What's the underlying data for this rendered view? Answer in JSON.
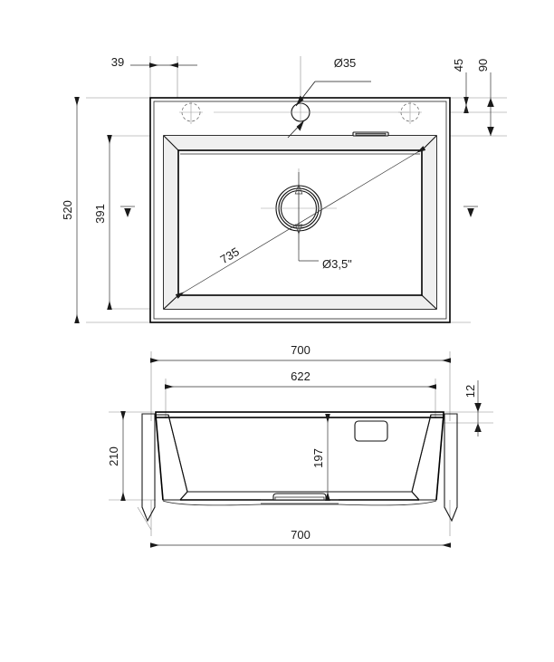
{
  "document": {
    "type": "technical-drawing",
    "subject": "Kitchen sink — single bowl, top view and cross-section",
    "units": "mm",
    "background_color": "#ffffff",
    "line_color": "#000000",
    "dimension_text_color": "#1a1a1a"
  },
  "views": {
    "top": {
      "name": "top-view",
      "label": "",
      "dimensions": {
        "edge_to_hole_left": "39",
        "tap_hole_diameter": "Ø35",
        "back_edge_to_hole_center": "45",
        "back_edge_to_bowl": "90",
        "overall_depth": "520",
        "bowl_inner_depth": "391",
        "bowl_diagonal": "735",
        "drain_diameter": "Ø3,5\""
      }
    },
    "section": {
      "name": "section-view",
      "label": "",
      "dimensions": {
        "overall_width_top": "700",
        "bowl_inner_width": "622",
        "rim_thickness": "12",
        "overall_height": "210",
        "bowl_inner_depth": "197",
        "overall_width_bottom": "700"
      }
    }
  },
  "annotations": [
    {
      "id": "dim-39",
      "text": "39",
      "view": "top",
      "kind": "linear-horizontal"
    },
    {
      "id": "dim-d35",
      "text": "Ø35",
      "view": "top",
      "kind": "diameter-leader"
    },
    {
      "id": "dim-45",
      "text": "45",
      "view": "top",
      "kind": "linear-vertical"
    },
    {
      "id": "dim-90",
      "text": "90",
      "view": "top",
      "kind": "linear-vertical"
    },
    {
      "id": "dim-520",
      "text": "520",
      "view": "top",
      "kind": "linear-vertical"
    },
    {
      "id": "dim-391",
      "text": "391",
      "view": "top",
      "kind": "linear-vertical"
    },
    {
      "id": "dim-735",
      "text": "735",
      "view": "top",
      "kind": "diagonal"
    },
    {
      "id": "dim-d35in",
      "text": "Ø3,5\"",
      "view": "top",
      "kind": "diameter-leader"
    },
    {
      "id": "dim-700t",
      "text": "700",
      "view": "section",
      "kind": "linear-horizontal"
    },
    {
      "id": "dim-622",
      "text": "622",
      "view": "section",
      "kind": "linear-horizontal"
    },
    {
      "id": "dim-12",
      "text": "12",
      "view": "section",
      "kind": "linear-vertical"
    },
    {
      "id": "dim-210",
      "text": "210",
      "view": "section",
      "kind": "linear-vertical"
    },
    {
      "id": "dim-197",
      "text": "197",
      "view": "section",
      "kind": "linear-vertical"
    },
    {
      "id": "dim-700b",
      "text": "700",
      "view": "section",
      "kind": "linear-horizontal"
    }
  ],
  "features": {
    "tap_hole_left": "dashed-optional-hole",
    "tap_hole_center": "solid-tap-hole",
    "tap_hole_right": "dashed-optional-hole",
    "overflow_slot": "overflow-slot",
    "drain": "drain-ring"
  }
}
